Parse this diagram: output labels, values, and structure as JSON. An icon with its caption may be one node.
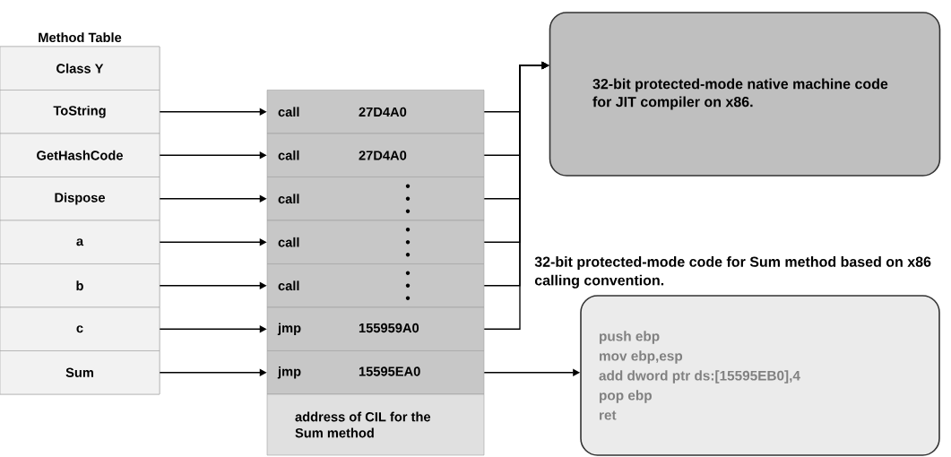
{
  "diagram": {
    "nodes": [
      {
        "text": [
          "Method Table"
        ]
      },
      {
        "text": [
          "Class Y"
        ],
        "in": 0
      },
      {
        "text": [
          "ToString"
        ],
        "in": 0
      },
      {
        "text": [
          "GetHashCode"
        ],
        "in": 0
      },
      {
        "text": [
          "Dispose"
        ],
        "in": 0
      },
      {
        "text": [
          "a"
        ],
        "in": 0
      },
      {
        "text": [
          "b"
        ],
        "in": 0
      },
      {
        "text": [
          "c"
        ],
        "in": 0
      },
      {
        "text": [
          "Sum"
        ],
        "in": 0
      },
      {
        "text": [
          "call",
          "27D4A0"
        ]
      },
      {
        "text": [
          "call",
          "27D4A0"
        ]
      },
      {
        "text": [
          "call"
        ]
      },
      {
        "text": [
          "call"
        ]
      },
      {
        "text": [
          "call"
        ]
      },
      {
        "text": [
          "jmp",
          "155959A0"
        ]
      },
      {
        "text": [
          "jmp",
          "15595EA0"
        ]
      },
      {
        "text": [
          "address of CIL for the Sum method"
        ]
      },
      {
        "text": [
          "32-bit protected-mode native machine code for JIT compiler on x86."
        ]
      },
      {
        "text": [
          "32-bit protected-mode code for Sum method based on x86 calling convention.",
          "push ebp",
          "mov ebp,esp",
          "add dword ptr ds:[15595EB0],4",
          "pop ebp",
          "ret"
        ]
      }
    ],
    "edges": [
      {
        "from": 2,
        "to": 9,
        "arrow": "to"
      },
      {
        "from": 3,
        "to": 10,
        "arrow": "to"
      },
      {
        "from": 4,
        "to": 11,
        "arrow": "to"
      },
      {
        "from": 5,
        "to": 12,
        "arrow": "to"
      },
      {
        "from": 6,
        "to": 13,
        "arrow": "to"
      },
      {
        "from": 7,
        "to": 14,
        "arrow": "to"
      },
      {
        "from": 8,
        "to": 15,
        "arrow": "to"
      },
      {
        "from": 9,
        "to": 17,
        "arrow": "to"
      },
      {
        "from": 10,
        "to": 17,
        "arrow": "to"
      },
      {
        "from": 11,
        "to": 17,
        "arrow": "to"
      },
      {
        "from": 12,
        "to": 17,
        "arrow": "to"
      },
      {
        "from": 13,
        "to": 17,
        "arrow": "to"
      },
      {
        "from": 14,
        "to": 17,
        "arrow": "to"
      },
      {
        "from": 15,
        "to": 18,
        "arrow": "to"
      }
    ]
  }
}
